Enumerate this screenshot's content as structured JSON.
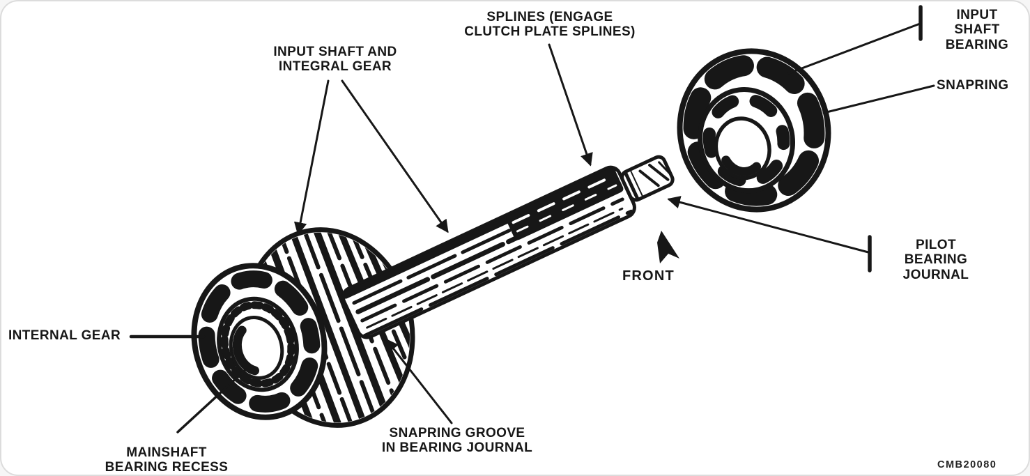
{
  "meta": {
    "figure_code": "CMB20080"
  },
  "colors": {
    "ink": "#171717",
    "background": "#ffffff"
  },
  "labels": {
    "splines": "SPLINES (ENGAGE\nCLUTCH PLATE SPLINES)",
    "input_shaft_and_integral_gear": "INPUT SHAFT AND\nINTEGRAL GEAR",
    "input_shaft_bearing": "INPUT SHAFT\nBEARING",
    "snapring": "SNAPRING",
    "pilot_bearing_journal": "PILOT BEARING\nJOURNAL",
    "front": "FRONT",
    "internal_gear": "INTERNAL GEAR",
    "mainshaft_bearing_recess": "MAINSHAFT\nBEARING RECESS",
    "snapring_groove_in_bearing_journal": "SNAPRING GROOVE\nIN BEARING JOURNAL"
  }
}
